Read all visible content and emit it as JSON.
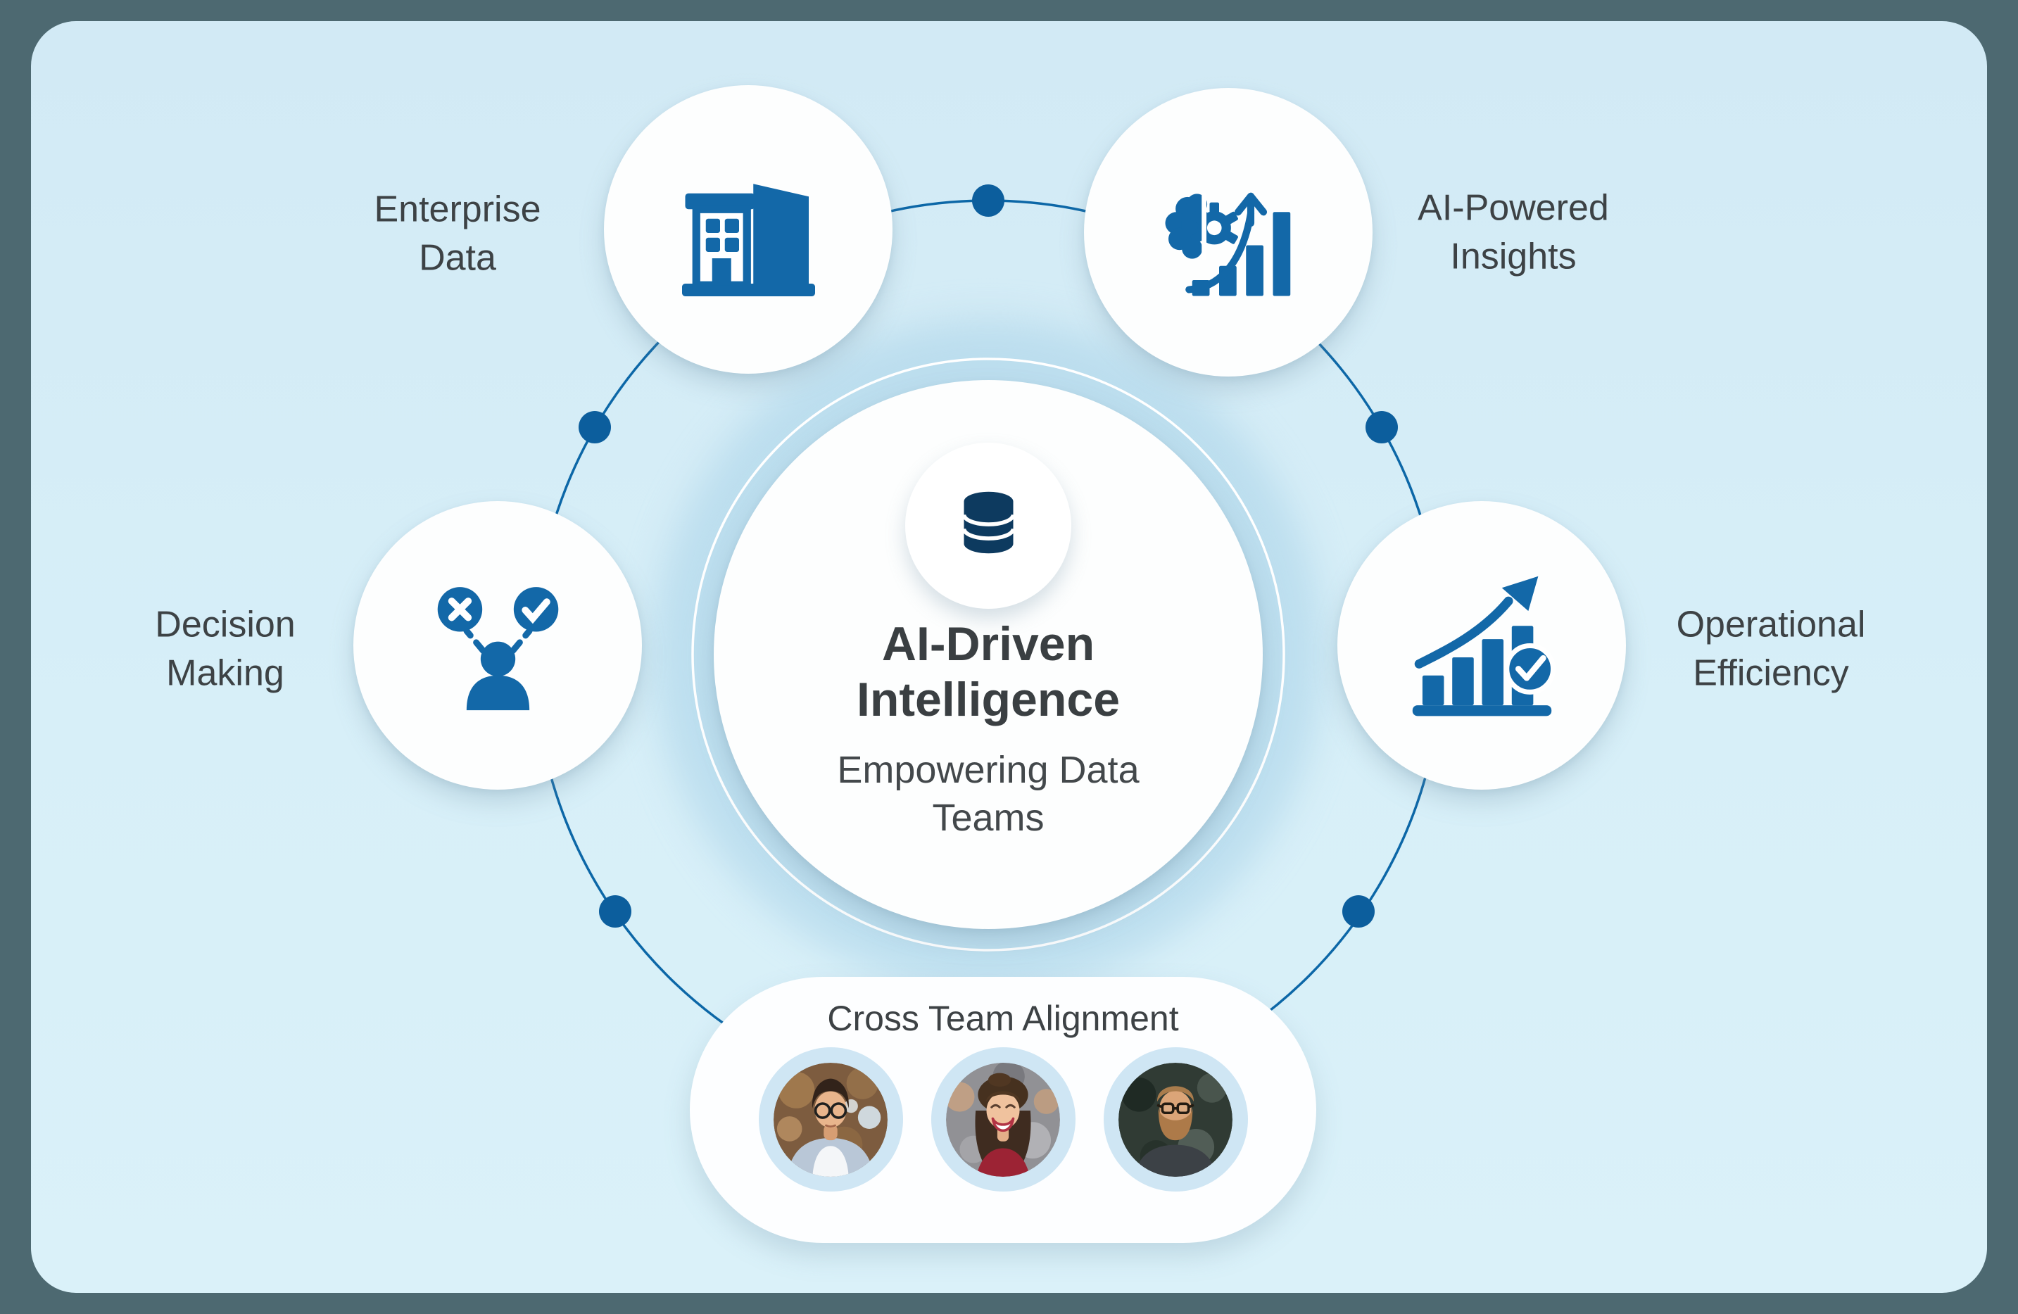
{
  "colors": {
    "frame": "#4d6971",
    "panel": "#d6eef7",
    "icon_primary": "#1368a8",
    "icon_navy": "#0d3a5f",
    "orbit_line": "#0c67a7",
    "orbit_dot": "#0c5e9d",
    "text": "#3d4245",
    "avatar_ring": "#cfe6f4"
  },
  "center": {
    "icon": "database-icon",
    "title_line1": "AI-Driven",
    "title_line2": "Intelligence",
    "subtitle": "Empowering Data Teams"
  },
  "nodes": {
    "enterprise": {
      "line1": "Enterprise",
      "line2": "Data",
      "icon": "building-icon"
    },
    "insights": {
      "line1": "AI-Powered",
      "line2": "Insights",
      "icon": "gear-brain-growth-icon"
    },
    "decision": {
      "line1": "Decision",
      "line2": "Making",
      "icon": "decision-person-icon"
    },
    "operational": {
      "line1": "Operational",
      "line2": "Efficiency",
      "icon": "growth-check-icon"
    }
  },
  "bottom": {
    "title": "Cross Team Alignment",
    "avatars": [
      {
        "icon": "avatar-man-glasses"
      },
      {
        "icon": "avatar-smiling-woman"
      },
      {
        "icon": "avatar-bearded-man"
      }
    ]
  }
}
